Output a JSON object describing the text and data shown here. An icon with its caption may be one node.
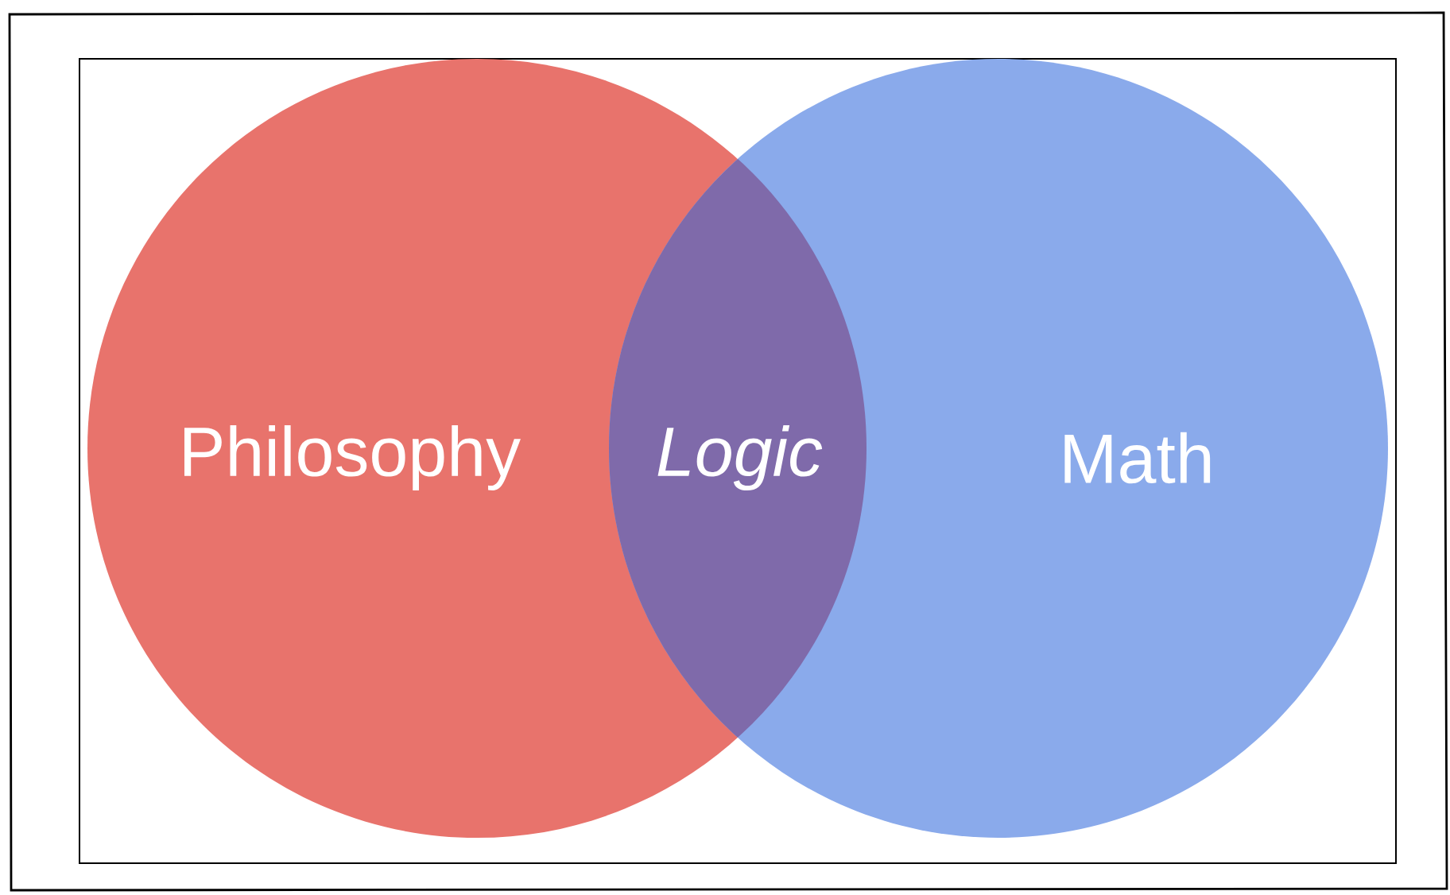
{
  "diagram": {
    "nodes": [
      {
        "text": [
          "Philosophy"
        ]
      },
      {
        "text": [
          "Math"
        ]
      },
      {
        "text": [
          "Logic"
        ]
      }
    ]
  }
}
